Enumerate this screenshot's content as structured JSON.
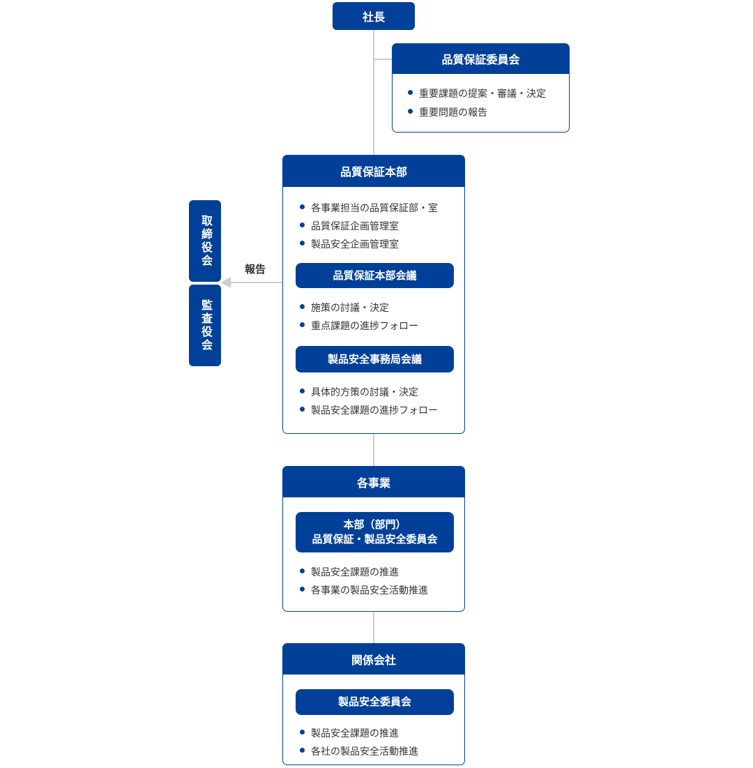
{
  "colors": {
    "primary_blue": "#004098",
    "connector_gray": "#cccccc",
    "body_text": "#333333",
    "background": "#ffffff"
  },
  "president": {
    "label": "社長"
  },
  "qa_committee": {
    "title": "品質保証委員会",
    "bullets": [
      "重要課題の提案・審議・決定",
      "重要問題の報告"
    ]
  },
  "qa_headquarters": {
    "title": "品質保証本部",
    "bullets": [
      "各事業担当の品質保証部・室",
      "品質保証企画管理室",
      "製品安全企画管理室"
    ],
    "meeting1": {
      "title": "品質保証本部会議",
      "bullets": [
        "施策の討議・決定",
        "重点課題の進捗フォロー"
      ]
    },
    "meeting2": {
      "title": "製品安全事務局会議",
      "bullets": [
        "具体的方策の討議・決定",
        "製品安全課題の進捗フォロー"
      ]
    }
  },
  "board_of_directors": {
    "label": "取締役会"
  },
  "audit_board": {
    "label": "監査役会"
  },
  "report_arrow": {
    "label": "報告"
  },
  "each_business": {
    "title": "各事業",
    "committee": {
      "line1": "本部（部門）",
      "line2": "品質保証・製品安全委員会"
    },
    "bullets": [
      "製品安全課題の推進",
      "各事業の製品安全活動推進"
    ]
  },
  "affiliated_companies": {
    "title": "関係会社",
    "committee": {
      "title": "製品安全委員会"
    },
    "bullets": [
      "製品安全課題の推進",
      "各社の製品安全活動推進"
    ]
  }
}
